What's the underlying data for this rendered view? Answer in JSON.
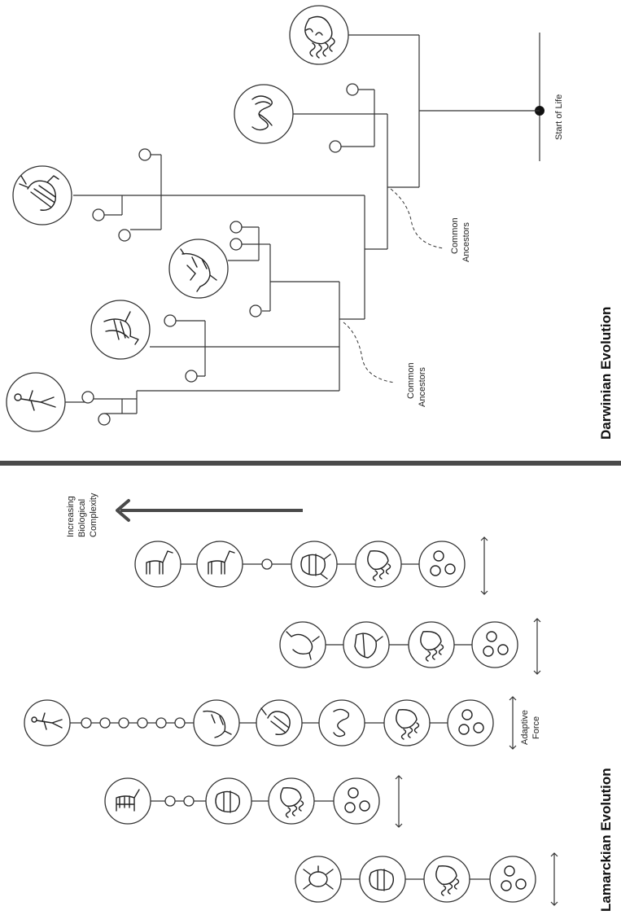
{
  "darwin": {
    "title": "Darwinian Evolution",
    "start_label": "Start of Life",
    "common_ancestors_1": [
      "Common",
      "Ancestors"
    ],
    "common_ancestors_2": [
      "Common",
      "Ancestors"
    ],
    "organisms": [
      "jellyfish-icon",
      "worm-icon",
      "shrimp-icon",
      "lizard-icon",
      "bird-icon",
      "human-icon"
    ]
  },
  "lamarck": {
    "title": "Lamarckian Evolution",
    "complexity_label": [
      "Increasing",
      "Biological",
      "Complexity"
    ],
    "adaptive_label": [
      "Adaptive",
      "Force"
    ],
    "rows": [
      [
        "giraffe-icon",
        "giraffe-icon",
        "small-node",
        "fish-icon",
        "jellyfish-icon",
        "microbes-icon"
      ],
      [
        "chicken-icon",
        "fish-icon",
        "jellyfish-icon",
        "microbes-icon"
      ],
      [
        "human-icon",
        "small-node",
        "small-node",
        "small-node",
        "small-node",
        "small-node",
        "small-node",
        "lizard-icon",
        "shrimp-icon",
        "worm-icon",
        "jellyfish-icon",
        "microbes-icon"
      ],
      [
        "zebra-icon",
        "small-node",
        "small-node",
        "fish-icon",
        "jellyfish-icon",
        "microbes-icon"
      ],
      [
        "turtle-icon",
        "fish-icon",
        "jellyfish-icon",
        "microbes-icon"
      ]
    ]
  }
}
